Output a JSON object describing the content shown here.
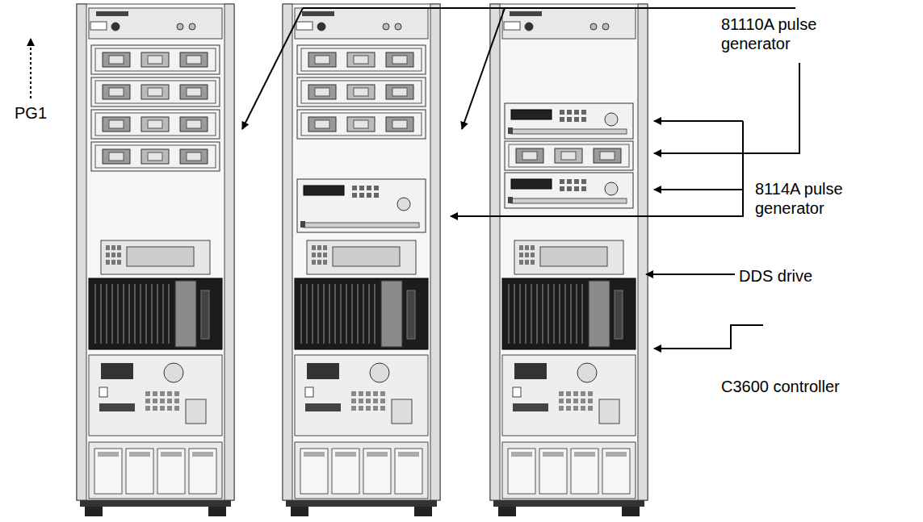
{
  "diagram": {
    "labels": [
      "81110A pulse generator",
      "PG1",
      "8114A pulse generator",
      "DDS drive",
      "C3600 controller"
    ]
  }
}
